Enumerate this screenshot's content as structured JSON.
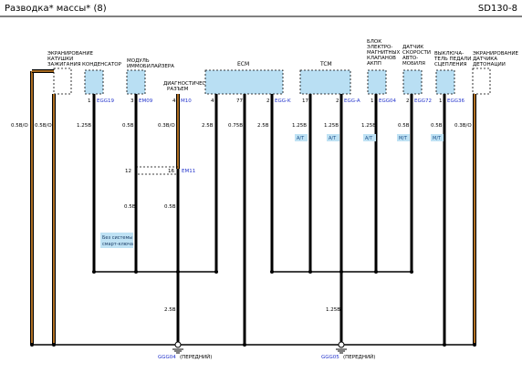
{
  "header": {
    "title": "Разводка* массы* (8)",
    "page_code": "SD130-8"
  },
  "components": {
    "shield_ignition": [
      "ЭКРАНИРОВАНИЕ",
      "КАТУШКИ",
      "ЗАЖИГАНИЯ"
    ],
    "condenser": [
      "КОНДЕНСАТОР"
    ],
    "immobilizer": [
      "МОДУЛЬ",
      "ИММОБИЛАЙЗЕРА"
    ],
    "diag": [
      "ДИАГНОСТИЧЕСКИЙ",
      "РАЗЪЕМ"
    ],
    "ecm": [
      "ECM"
    ],
    "tcm": [
      "TCM"
    ],
    "valve_block": [
      "БЛОК",
      "ЭЛЕКТРО-",
      "МАГНИТНЫХ",
      "КЛАПАНОВ",
      "АКПП"
    ],
    "speed_sensor": [
      "ДАТЧИК",
      "СКОРОСТИ",
      "АВТО-",
      "МОБИЛЯ"
    ],
    "clutch_switch": [
      "ВЫКЛЮЧА-",
      "ТЕЛЬ ПЕДАЛИ",
      "СЦЕПЛЕНИЯ"
    ],
    "knock_shield": [
      "ЭКРАНИРОВАНИЕ",
      "ДАТЧИКА",
      "ДЕТОНАЦИИ"
    ]
  },
  "pins": {
    "cond": "1",
    "immo": "3",
    "diag": "4",
    "ecm_a": "4",
    "ecm_b": "77",
    "ecm_c": "2",
    "tcm_a": "17",
    "tcm_b": "2",
    "valve": "1",
    "speed": "2",
    "clutch": "1",
    "junc_left": "12",
    "junc_right": "16"
  },
  "refs": {
    "cond": "EGG19",
    "immo": "EM09",
    "diag": "M10",
    "ecm": "EGG-K",
    "tcm": "EGG-A",
    "valve": "EGG04",
    "speed": "EGG72",
    "clutch": "EGG36",
    "junction": "EM11"
  },
  "wire_sizes": {
    "w1": "0.5B/O",
    "w2": "0.5B/O",
    "cond": "1.25B",
    "immo": "0.5B",
    "diag": "0.3B/O",
    "ecm_a": "2.5B",
    "ecm_b": "0.75B",
    "ecm_c": "2.5B",
    "tcm_a": "1.25B",
    "tcm_b": "1.25B",
    "valve": "1.25B",
    "speed": "0.5B",
    "clutch": "0.5B",
    "knock": "0.3B/O",
    "immo_low": "0.5B",
    "diag_low": "0.5B",
    "ground_left": "2.5B",
    "ground_right": "1.25B"
  },
  "badges": {
    "tcm_a": "A/T",
    "tcm_b": "A/T",
    "valve": "A/T",
    "speed": "M/T",
    "clutch": "M/T"
  },
  "note": [
    "Без системы",
    "смарт-ключа"
  ],
  "grounds": {
    "left_ref": "GGG04",
    "left_text": "(ПЕРЕДНИЙ)",
    "right_ref": "GGG05",
    "right_text": "(ПЕРЕДНИЙ)"
  },
  "colors": {
    "connector_fill": "#b9dff3",
    "wire_black": "#000000",
    "wire_orange": "#d98a2b",
    "ref_blue": "#2233cc",
    "badge_fill": "#bfe2f4"
  }
}
